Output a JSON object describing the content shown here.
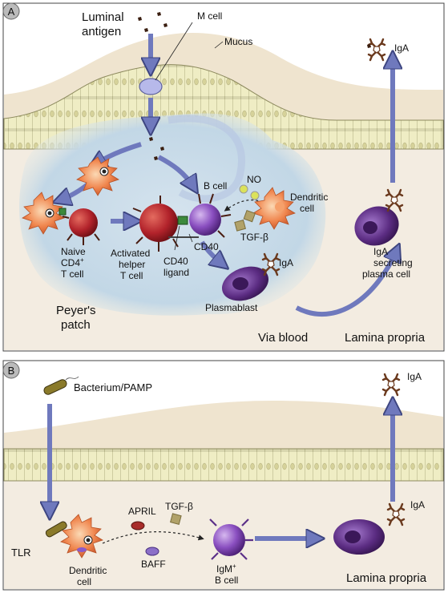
{
  "panel_a": {
    "letter": "A",
    "luminal_antigen": [
      "Luminal",
      "antigen"
    ],
    "m_cell": "M cell",
    "mucus": "Mucus",
    "iga_top": "IgA",
    "b_cell": "B cell",
    "no": "NO",
    "dendritic_cell": [
      "Dendritic",
      "cell"
    ],
    "naive_t_cell": [
      "Naive",
      "CD4",
      "+",
      "T cell"
    ],
    "activated_helper": [
      "Activated",
      "helper",
      "T cell"
    ],
    "cd40": "CD40",
    "tgf_beta": "TGF-β",
    "cd40_ligand": [
      "CD40",
      "ligand"
    ],
    "iga_plasmablast": "IgA",
    "iga_plasma": [
      "IgA",
      "secreting",
      "plasma cell"
    ],
    "peyers_patch": [
      "Peyer's",
      "patch"
    ],
    "plasmablast": "Plasmablast",
    "via_blood": "Via blood",
    "lamina_propria": "Lamina propria"
  },
  "panel_b": {
    "letter": "B",
    "bacterium": "Bacterium/PAMP",
    "iga_top": "IgA",
    "april": "APRIL",
    "tgf_beta": "TGF-β",
    "baff": "BAFF",
    "iga_plasma": "IgA",
    "tlr": "TLR",
    "dendritic_cell": [
      "Dendritic",
      "cell"
    ],
    "igm_b_cell": [
      "IgM",
      "+",
      "B cell"
    ],
    "lamina_propria": "Lamina propria"
  },
  "colors": {
    "arrow": "#7c86c6",
    "epithelium": "#eae7b8",
    "lamina": "#f1eadf",
    "mucus": "#e9dcc2",
    "patch": "#c6d9e6",
    "plasma_cell": "#5b2c82",
    "b_cell": "#8a4fc0",
    "t_cell": "#b2232b",
    "dendritic": "#f0864e"
  }
}
